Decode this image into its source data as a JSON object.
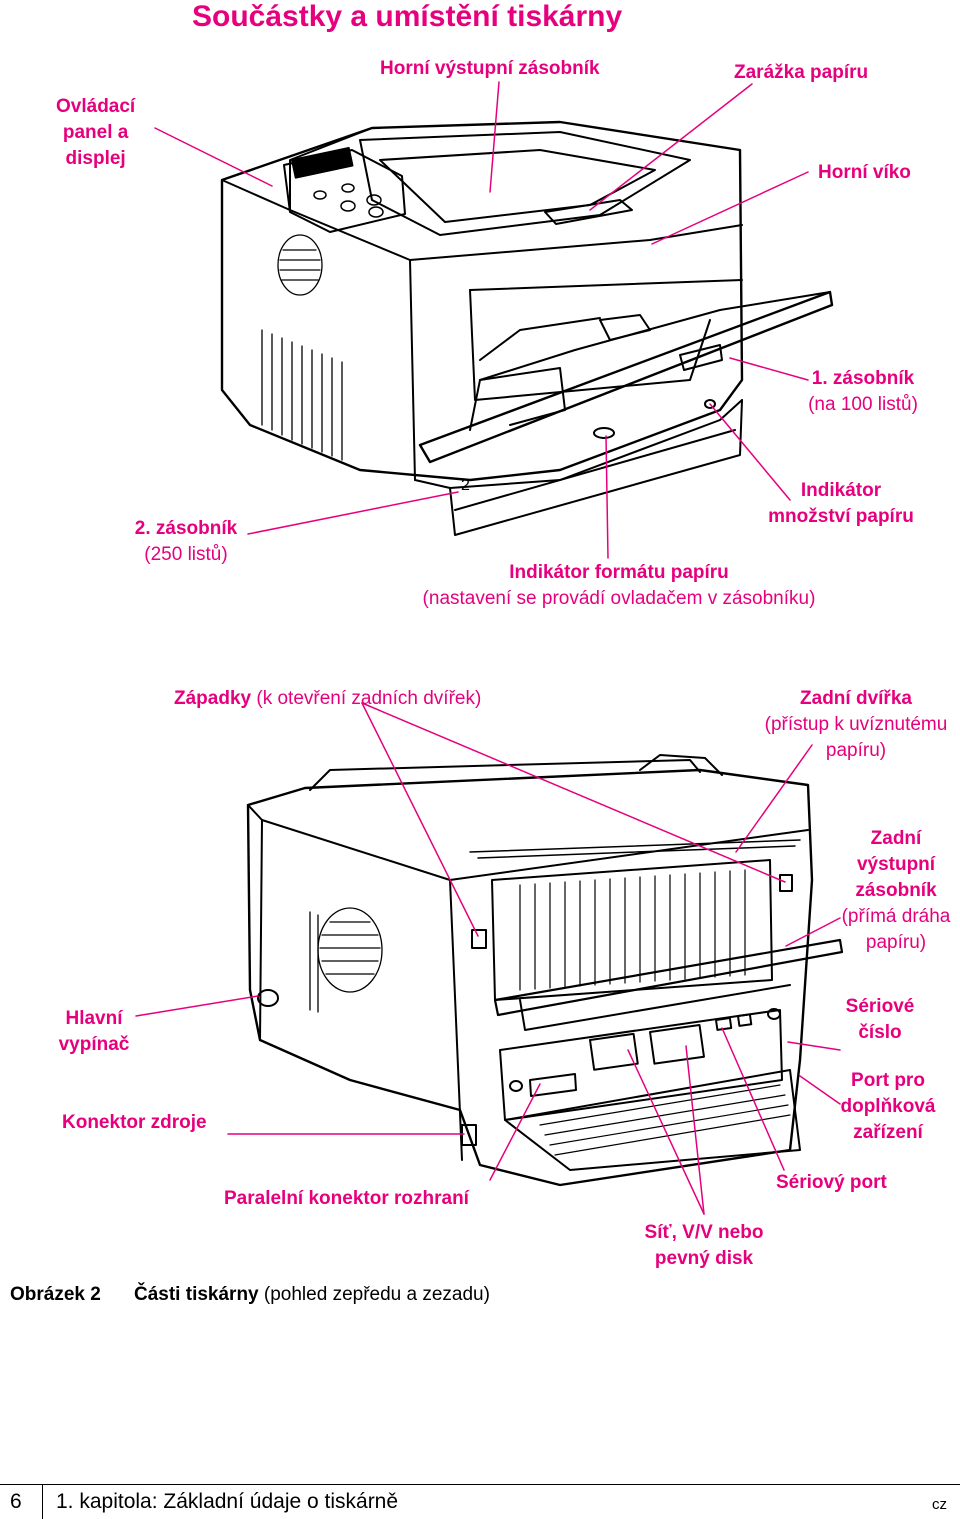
{
  "page_title": "Součástky a umístění tiskárny",
  "front_view": {
    "labels": {
      "control_panel": "Ovládací\npanel a\ndisplej",
      "top_output_bin": "Horní výstupní zásobník",
      "paper_stop": "Zarážka papíru",
      "top_cover": "Horní víko",
      "tray1": "1. zásobník",
      "tray1_note": "(na 100 listů)",
      "tray2": "2. zásobník",
      "tray2_note": "(250 listů)",
      "paper_level": "Indikátor\nmnožství papíru",
      "paper_size": "Indikátor formátu papíru",
      "paper_size_note": "(nastavení se provádí ovladačem v zásobníku)"
    },
    "tray_number": "2"
  },
  "rear_view": {
    "labels": {
      "latches_bold": "Západky",
      "latches_note": " (k otevření zadních dvířek)",
      "rear_door": "Zadní dvířka",
      "rear_door_note": "(přístup k uvíznutému\npapíru)",
      "rear_output_bin": "Zadní\nvýstupní\nzásobník",
      "rear_output_note": "(přímá dráha\npapíru)",
      "serial_number": "Sériové\nčíslo",
      "accessory_port": "Port pro\ndoplňková\nzařízení",
      "power_switch": "Hlavní\nvypínač",
      "power_connector": "Konektor zdroje",
      "serial_port": "Sériový port",
      "parallel_connector": "Paralelní konektor rozhraní",
      "network_io": "Síť, V/V nebo\npevný disk"
    }
  },
  "figure_caption": {
    "number": "Obrázek 2",
    "title_bold": "Části tiskárny",
    "title_note": " (pohled zepředu a zezadu)"
  },
  "footer": {
    "page_number": "6",
    "chapter": "1. kapitola: Základní údaje o tiskárně",
    "lang": "cz"
  },
  "colors": {
    "accent": "#e6007e",
    "text": "#000000"
  }
}
